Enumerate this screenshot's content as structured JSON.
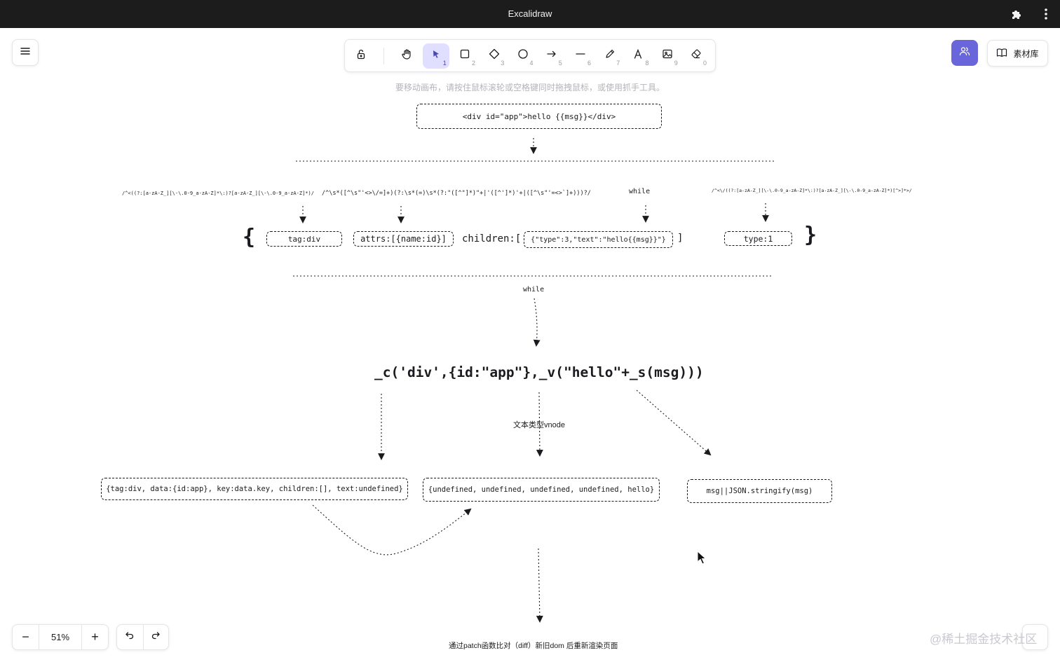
{
  "app": {
    "title": "Excalidraw"
  },
  "titlebar": {
    "extension_icon": "puzzle-icon",
    "menu_icon": "kebab-icon"
  },
  "toolbar": {
    "tools": [
      {
        "name": "lock",
        "icon": "lock-icon",
        "key": ""
      },
      {
        "name": "hand",
        "icon": "hand-icon",
        "key": ""
      },
      {
        "name": "selection",
        "icon": "pointer-icon",
        "key": "1",
        "active": true
      },
      {
        "name": "rectangle",
        "icon": "rectangle-icon",
        "key": "2"
      },
      {
        "name": "diamond",
        "icon": "diamond-icon",
        "key": "3"
      },
      {
        "name": "ellipse",
        "icon": "ellipse-icon",
        "key": "4"
      },
      {
        "name": "arrow",
        "icon": "arrow-icon",
        "key": "5"
      },
      {
        "name": "line",
        "icon": "line-icon",
        "key": "6"
      },
      {
        "name": "draw",
        "icon": "pencil-icon",
        "key": "7"
      },
      {
        "name": "text",
        "icon": "text-icon",
        "key": "8"
      },
      {
        "name": "image",
        "icon": "image-icon",
        "key": "9"
      },
      {
        "name": "eraser",
        "icon": "eraser-icon",
        "key": "0"
      }
    ]
  },
  "library": {
    "label": "素材库"
  },
  "hint": "要移动画布，请按住鼠标滚轮或空格键同时拖拽鼠标，或使用抓手工具。",
  "canvas": {
    "top_box": "<div id=\"app\">hello {{msg}}</div>",
    "regex_tag": "/^<((?:[a-zA-Z_][\\-\\.0-9_a-zA-Z]*\\:)?[a-zA-Z_][\\-\\.0-9_a-zA-Z]*)/",
    "regex_attr": "/^\\s*([^\\s\"'<>\\/=]+)(?:\\s*(=)\\s*(?:\"([^\"]*)\"+|'([^']*)'+|([^\\s\"'=<>`]+)))?/",
    "while_upper": "while",
    "regex_end": "/^<\\/((?:[a-zA-Z_][\\-\\.0-9_a-zA-Z]*\\:)?[a-zA-Z_][\\-\\.0-9_a-zA-Z]*)[^>]*>/",
    "brace_open": "{",
    "tag_box": "tag:div",
    "attrs_box": "attrs:[{name:id}]",
    "children_label": "children:[",
    "children_box": "{\"type\":3,\"text\":\"hello{{msg}}\"}",
    "bracket_close": "]",
    "type_box": "type:1",
    "brace_close": "}",
    "while_lower": "while",
    "render_code": "_c('div',{id:\"app\"},_v(\"hello\"+_s(msg)))",
    "text_vnode_label": "文本类型vnode",
    "vnode_box": "{tag:div, data:{id:app}, key:data.key, children:[], text:undefined}",
    "text_vnode_box": "{undefined, undefined, undefined, undefined, hello}",
    "stringify_box": "msg||JSON.stringify(msg)",
    "patch_label": "通过patch函数比对（diff）新旧dom 后重新渲染页面"
  },
  "zoom": {
    "value": "51%",
    "minus": "−",
    "plus": "+"
  },
  "watermark": "@稀土掘金技术社区"
}
